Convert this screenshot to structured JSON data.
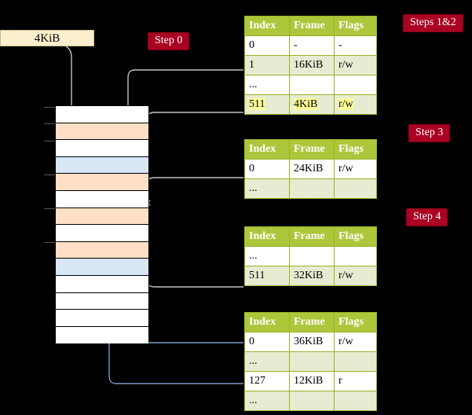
{
  "diagram": {
    "title_labels": {
      "frame_size": "4KiB"
    },
    "steps": [
      {
        "id": "step0",
        "label": "Step 0"
      },
      {
        "id": "steps12",
        "label": "Steps 1&2"
      },
      {
        "id": "step3",
        "label": "Step 3"
      },
      {
        "id": "step4",
        "label": "Step 4"
      }
    ]
  },
  "memory": {
    "name": "physical-memory-column",
    "cells": [
      {
        "index": 0,
        "fill": "white"
      },
      {
        "index": 1,
        "fill": "orange"
      },
      {
        "index": 2,
        "fill": "white"
      },
      {
        "index": 3,
        "fill": "blue"
      },
      {
        "index": 4,
        "fill": "orange"
      },
      {
        "index": 5,
        "fill": "white"
      },
      {
        "index": 6,
        "fill": "orange"
      },
      {
        "index": 7,
        "fill": "white"
      },
      {
        "index": 8,
        "fill": "orange"
      },
      {
        "index": 9,
        "fill": "blue"
      },
      {
        "index": 10,
        "fill": "white"
      },
      {
        "index": 11,
        "fill": "white"
      },
      {
        "index": 12,
        "fill": "white"
      },
      {
        "index": 13,
        "fill": "white"
      }
    ]
  },
  "tables": [
    {
      "name": "page-table-level-4",
      "headers": {
        "index": "Index",
        "frame": "Frame",
        "flags": "Flags"
      },
      "rows": [
        {
          "index": "0",
          "frame": "-",
          "flags": "-",
          "shade": "plain",
          "highlight": false
        },
        {
          "index": "1",
          "frame": "16KiB",
          "flags": "r/w",
          "shade": "shade",
          "highlight": false
        },
        {
          "index": "...",
          "frame": "",
          "flags": "",
          "shade": "plain",
          "highlight": false
        },
        {
          "index": "511",
          "frame": "4KiB",
          "flags": "r/w",
          "shade": "shade",
          "highlight": true
        }
      ]
    },
    {
      "name": "page-table-level-3",
      "headers": {
        "index": "Index",
        "frame": "Frame",
        "flags": "Flags"
      },
      "rows": [
        {
          "index": "0",
          "frame": "24KiB",
          "flags": "r/w",
          "shade": "plain",
          "highlight": false
        },
        {
          "index": "...",
          "frame": "",
          "flags": "",
          "shade": "shade",
          "highlight": false
        }
      ]
    },
    {
      "name": "page-table-level-2",
      "headers": {
        "index": "Index",
        "frame": "Frame",
        "flags": "Flags"
      },
      "rows": [
        {
          "index": "...",
          "frame": "",
          "flags": "",
          "shade": "plain",
          "highlight": false
        },
        {
          "index": "511",
          "frame": "32KiB",
          "flags": "r/w",
          "shade": "shade",
          "highlight": false
        }
      ]
    },
    {
      "name": "page-table-level-1",
      "headers": {
        "index": "Index",
        "frame": "Frame",
        "flags": "Flags"
      },
      "rows": [
        {
          "index": "0",
          "frame": "36KiB",
          "flags": "r/w",
          "shade": "plain",
          "highlight": false
        },
        {
          "index": "...",
          "frame": "",
          "flags": "",
          "shade": "shade",
          "highlight": false
        },
        {
          "index": "127",
          "frame": "12KiB",
          "flags": "r",
          "shade": "plain",
          "highlight": false
        },
        {
          "index": "...",
          "frame": "",
          "flags": "",
          "shade": "shade",
          "highlight": false
        }
      ]
    }
  ],
  "colors": {
    "background": "#000000",
    "table_header": "#adc73c",
    "table_shade": "#e6ecd2",
    "highlight": "#ffff99",
    "badge": "#aa0022",
    "label_box": "#fdefcd",
    "frame_orange": "#fde0c6",
    "frame_blue": "#d8e6f6",
    "gray_arrow": "#bbbbbb",
    "blue_arrow": "#7d9dc6"
  }
}
